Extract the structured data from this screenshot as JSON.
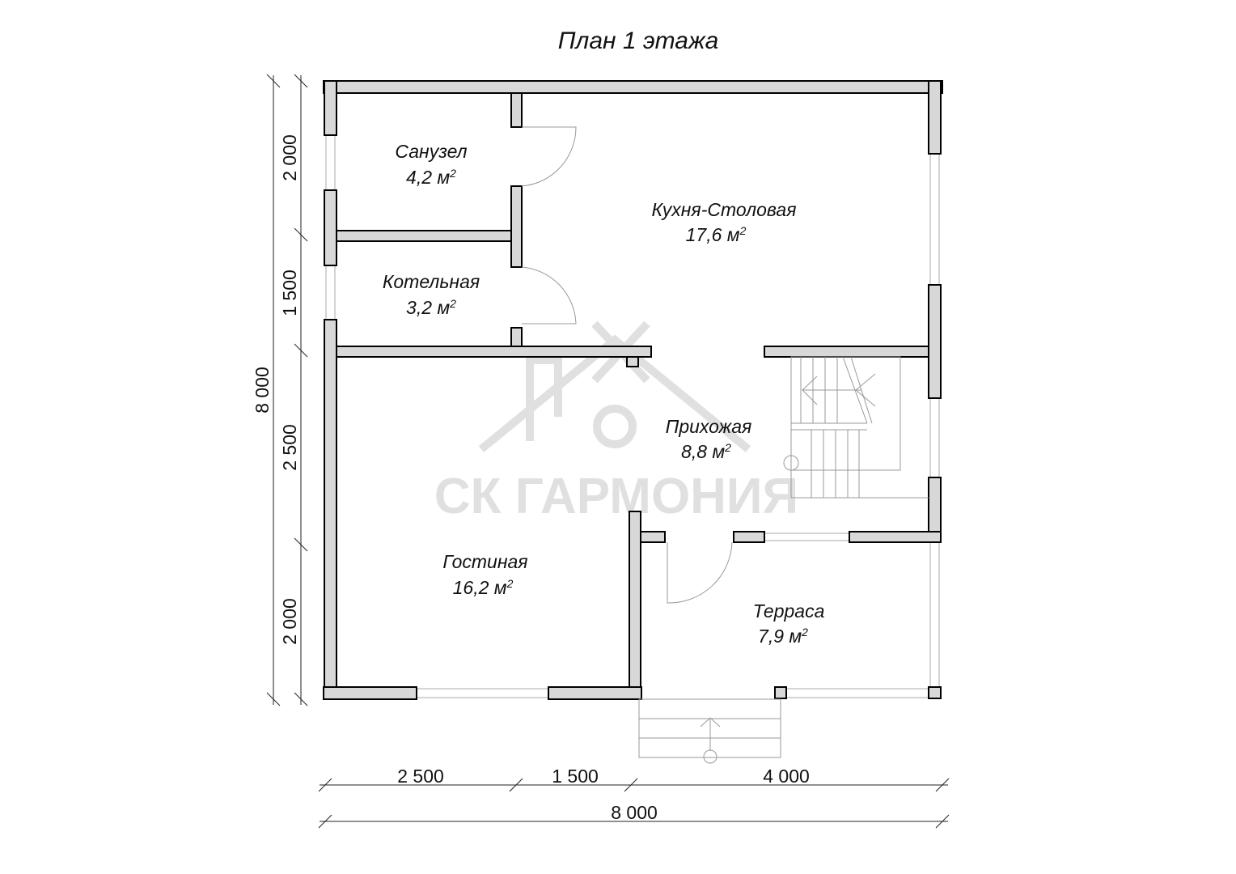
{
  "title": "План 1 этажа",
  "watermark": "СК ГАРМОНИЯ",
  "rooms": [
    {
      "name": "Санузел",
      "area": "4,2 м",
      "sup": "2"
    },
    {
      "name": "Котельная",
      "area": "3,2 м",
      "sup": "2"
    },
    {
      "name": "Кухня-Столовая",
      "area": "17,6 м",
      "sup": "2"
    },
    {
      "name": "Прихожая",
      "area": "8,8 м",
      "sup": "2"
    },
    {
      "name": "Гостиная",
      "area": "16,2 м",
      "sup": "2"
    },
    {
      "name": "Терраса",
      "area": "7,9 м",
      "sup": "2"
    }
  ],
  "dims_left": [
    "2 000",
    "1 500",
    "2 500",
    "2 000"
  ],
  "dim_left_total": "8 000",
  "dims_bottom": [
    "2 500",
    "1 500",
    "4 000"
  ],
  "dim_bottom_total": "8 000"
}
